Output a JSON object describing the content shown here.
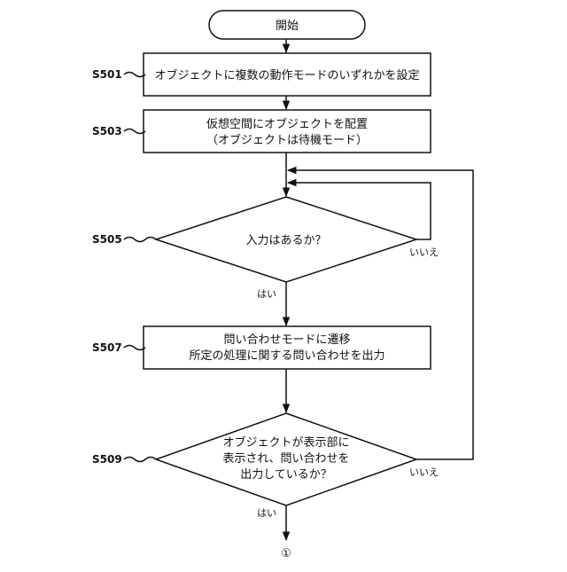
{
  "flowchart": {
    "start": "開始",
    "steps": {
      "s501": {
        "id": "S501",
        "lines": [
          "オブジェクトに複数の動作モードのいずれかを設定"
        ]
      },
      "s503": {
        "id": "S503",
        "lines": [
          "仮想空間にオブジェクトを配置",
          "（オブジェクトは待機モード）"
        ]
      },
      "s505": {
        "id": "S505",
        "lines": [
          "入力はあるか？"
        ]
      },
      "s507": {
        "id": "S507",
        "lines": [
          "問い合わせモードに遷移",
          "所定の処理に関する問い合わせを出力"
        ]
      },
      "s509": {
        "id": "S509",
        "lines": [
          "オブジェクトが表示部に",
          "表示され、問い合わせを",
          "出力しているか？"
        ]
      }
    },
    "branches": {
      "s505_yes": "はい",
      "s505_no": "いいえ",
      "s509_yes": "はい",
      "s509_no": "いいえ"
    },
    "connector": "①"
  }
}
